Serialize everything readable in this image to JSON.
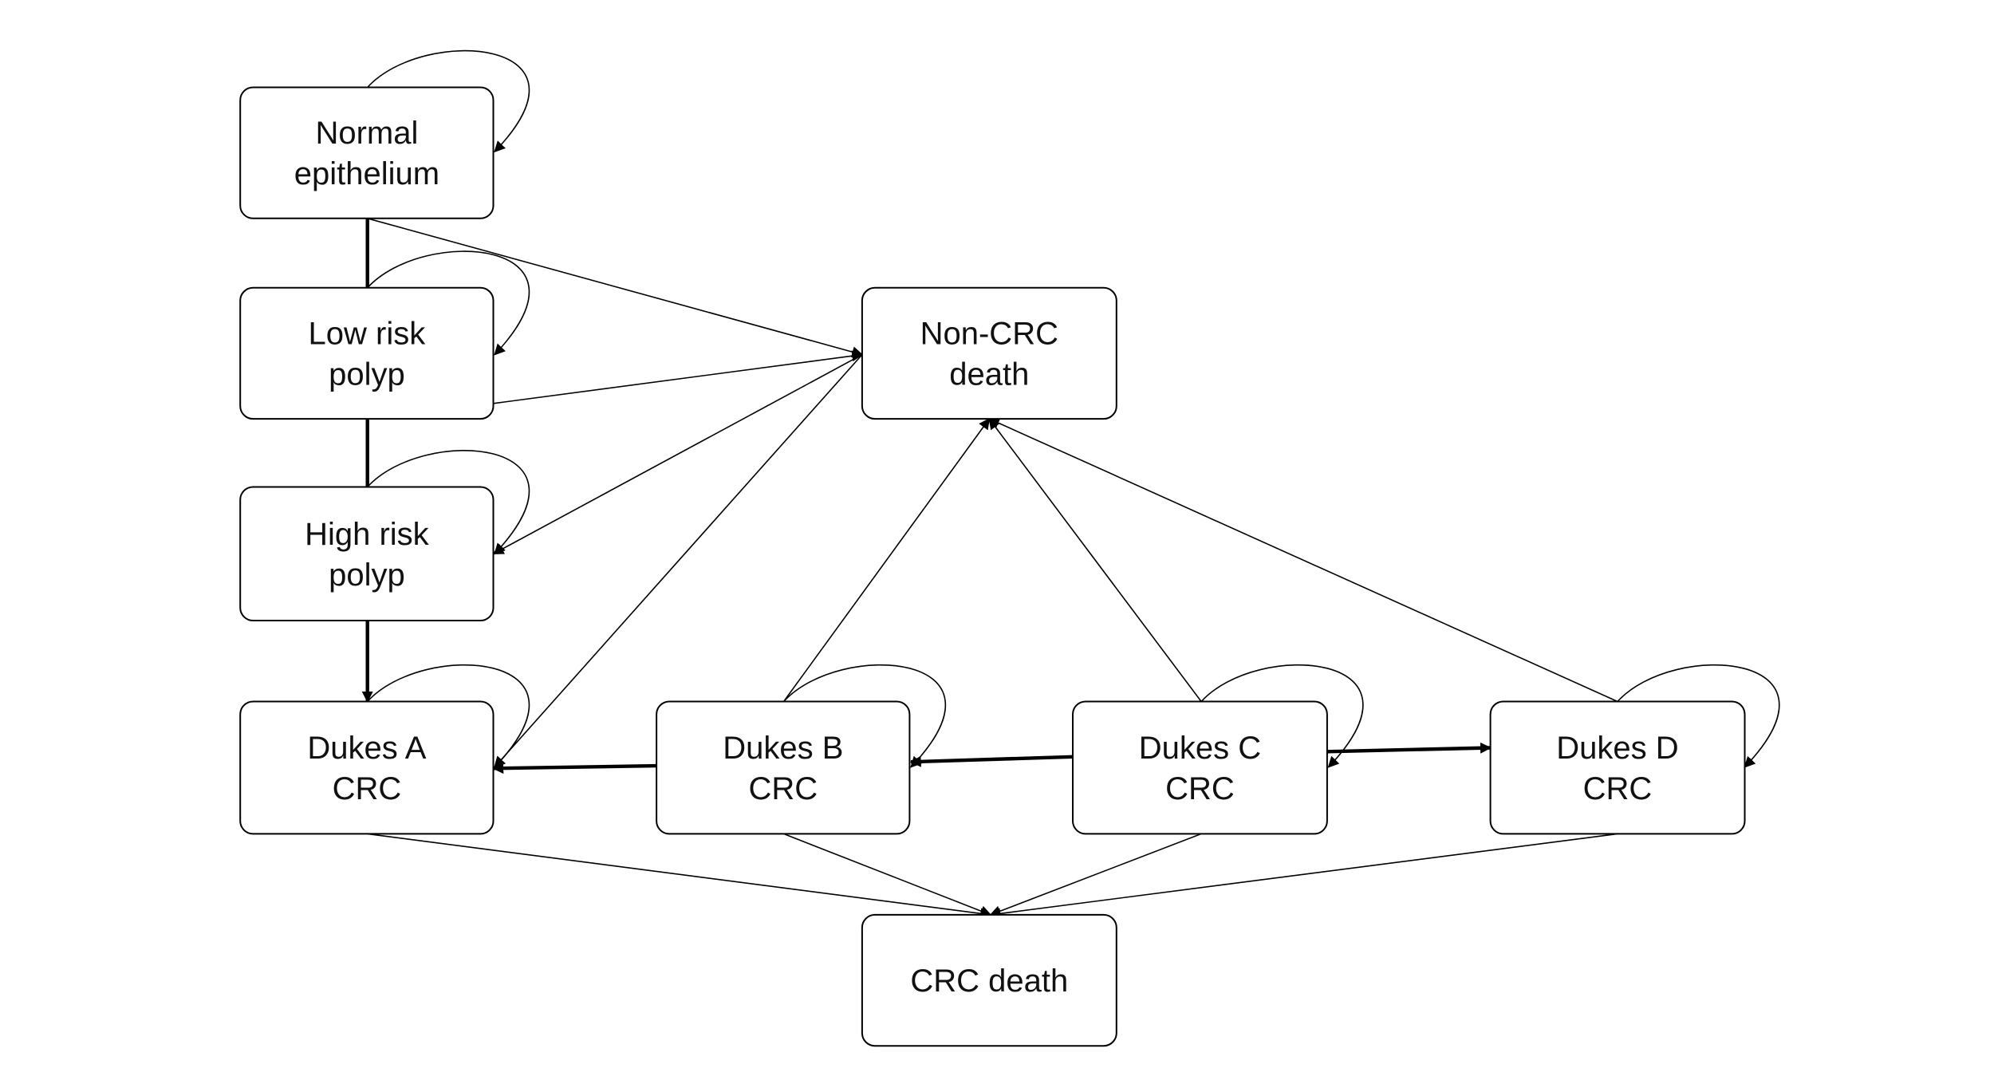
{
  "diagram": {
    "nodes": [
      {
        "id": "normal",
        "lines": [
          "Normal",
          "epithelium"
        ]
      },
      {
        "id": "lowrisk",
        "lines": [
          "Low risk",
          "polyp"
        ]
      },
      {
        "id": "highrisk",
        "lines": [
          "High risk",
          "polyp"
        ]
      },
      {
        "id": "dukesA",
        "lines": [
          "Dukes A",
          "CRC"
        ]
      },
      {
        "id": "dukesB",
        "lines": [
          "Dukes B",
          "CRC"
        ]
      },
      {
        "id": "dukesC",
        "lines": [
          "Dukes C",
          "CRC"
        ]
      },
      {
        "id": "dukesD",
        "lines": [
          "Dukes D",
          "CRC"
        ]
      },
      {
        "id": "noncrc",
        "lines": [
          "Non-CRC",
          "death"
        ]
      },
      {
        "id": "crcdeath",
        "lines": [
          "CRC death"
        ]
      }
    ],
    "edges": [
      {
        "from": "normal",
        "to": "normal",
        "kind": "self"
      },
      {
        "from": "lowrisk",
        "to": "lowrisk",
        "kind": "self"
      },
      {
        "from": "highrisk",
        "to": "highrisk",
        "kind": "self"
      },
      {
        "from": "dukesA",
        "to": "dukesA",
        "kind": "self"
      },
      {
        "from": "dukesB",
        "to": "dukesB",
        "kind": "self"
      },
      {
        "from": "dukesC",
        "to": "dukesC",
        "kind": "self"
      },
      {
        "from": "dukesD",
        "to": "dukesD",
        "kind": "self"
      },
      {
        "from": "normal",
        "to": "lowrisk",
        "kind": "progression"
      },
      {
        "from": "lowrisk",
        "to": "highrisk",
        "kind": "progression"
      },
      {
        "from": "highrisk",
        "to": "dukesA",
        "kind": "progression"
      },
      {
        "from": "dukesB",
        "to": "dukesA",
        "kind": "progression"
      },
      {
        "from": "dukesC",
        "to": "dukesB",
        "kind": "progression"
      },
      {
        "from": "dukesC",
        "to": "dukesD",
        "kind": "progression"
      },
      {
        "from": "normal",
        "to": "noncrc",
        "kind": "death"
      },
      {
        "from": "lowrisk",
        "to": "noncrc",
        "kind": "death"
      },
      {
        "from": "noncrc",
        "to": "highrisk",
        "kind": "death"
      },
      {
        "from": "noncrc",
        "to": "dukesA",
        "kind": "death"
      },
      {
        "from": "dukesB",
        "to": "noncrc",
        "kind": "death"
      },
      {
        "from": "dukesC",
        "to": "noncrc",
        "kind": "death"
      },
      {
        "from": "dukesD",
        "to": "noncrc",
        "kind": "death"
      },
      {
        "from": "dukesA",
        "to": "crcdeath",
        "kind": "death"
      },
      {
        "from": "dukesB",
        "to": "crcdeath",
        "kind": "death"
      },
      {
        "from": "dukesC",
        "to": "crcdeath",
        "kind": "death"
      },
      {
        "from": "dukesD",
        "to": "crcdeath",
        "kind": "death"
      }
    ]
  }
}
